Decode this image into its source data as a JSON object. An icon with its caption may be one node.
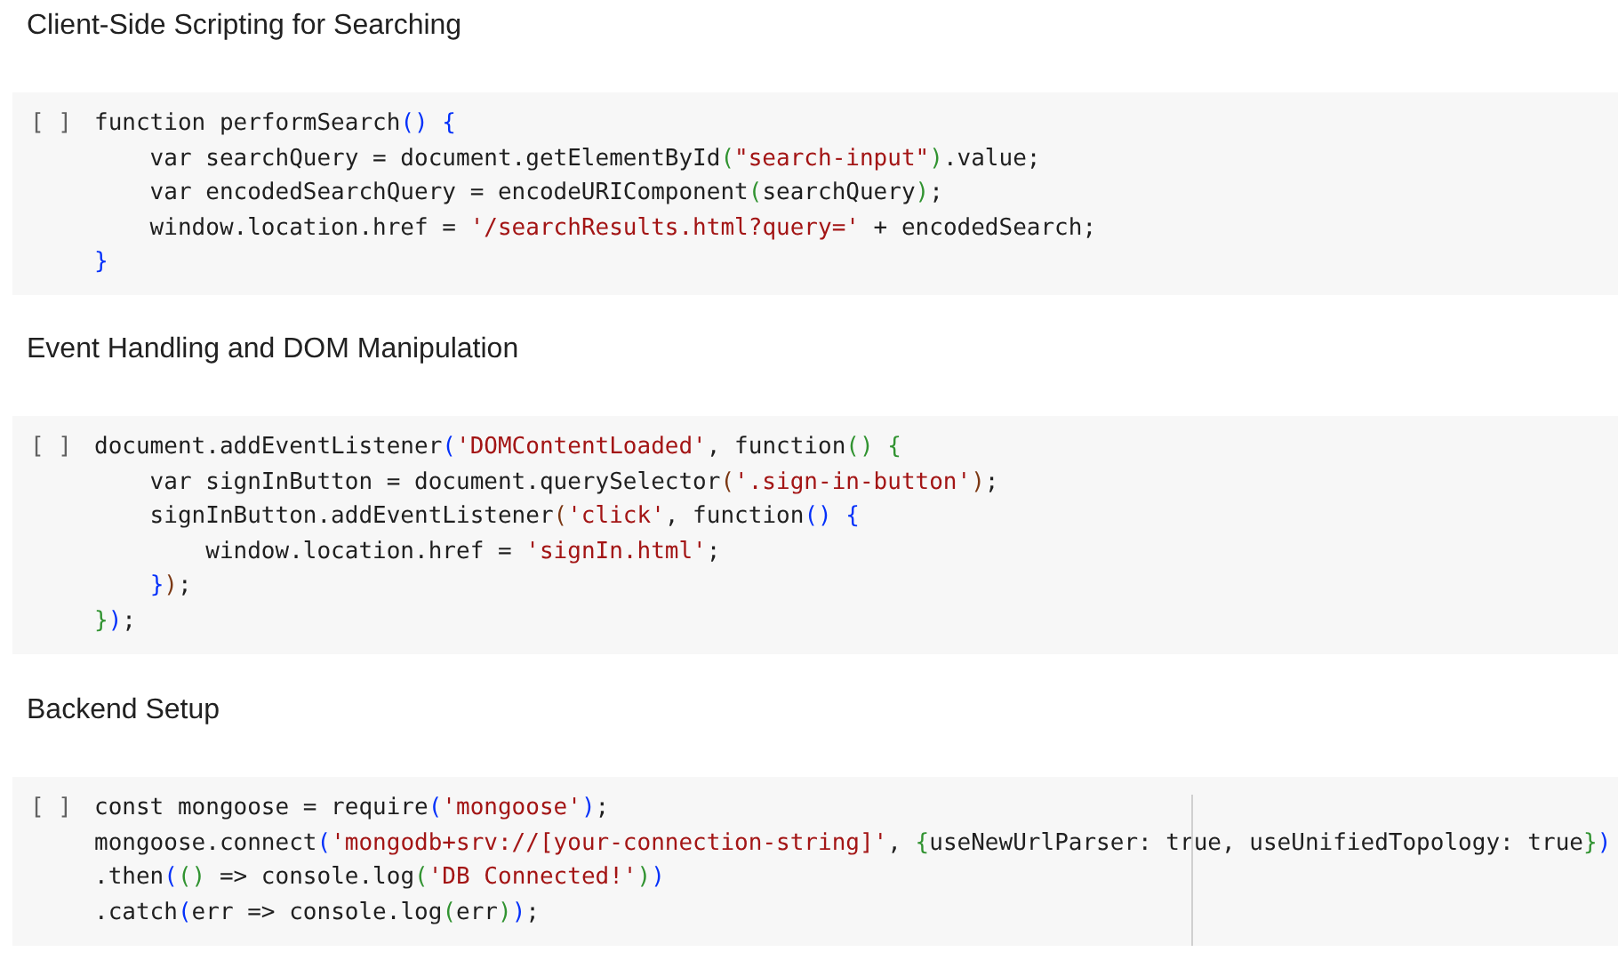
{
  "diagram": {
    "nodes": [
      {
        "text": [
          "[ ]",
          "function performSearch() {",
          "    var searchQuery = document.getElementById(\"search-input\").value;",
          "    var encodedSearchQuery = encodeURIComponent(searchQuery);",
          "    window.location.href = '/searchResults.html?query=' + encodedSearch;",
          "}"
        ]
      },
      {
        "text": [
          "[ ]",
          "document.addEventListener('DOMContentLoaded', function() {",
          "    var signInButton = document.querySelector('.sign-in-button');",
          "    signInButton.addEventListener('click', function() {",
          "        window.location.href = 'signIn.html';",
          "    });",
          "});"
        ]
      },
      {
        "text": [
          "[ ]",
          "const mongoose = require('mongoose');",
          "mongoose.connect('mongodb+srv://[your-connection-string]', {useNewUrlParser: true, useUnifiedTopology: true})",
          ".then(() => console.log('DB Connected!'))",
          ".catch(err => console.log(err));"
        ]
      }
    ],
    "labels": [
      "Client-Side Scripting for Searching",
      "Event Handling and DOM Manipulation",
      "Backend Setup"
    ]
  }
}
